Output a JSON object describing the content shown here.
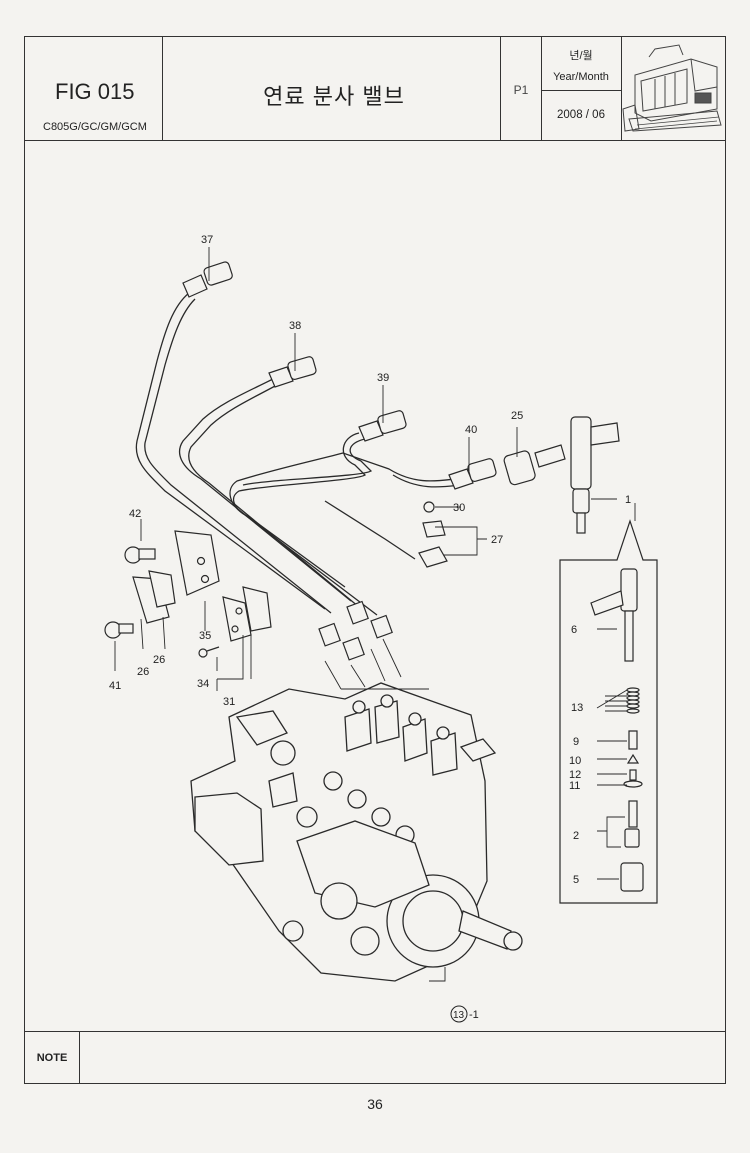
{
  "header": {
    "fig_no": "FIG 015",
    "model": "C805G/GC/GM/GCM",
    "title": "연료 분사 밸브",
    "page_code": "P1",
    "year_month_ko": "년/월",
    "year_month_en": "Year/Month",
    "year_month_value": "2008 / 06"
  },
  "callouts": {
    "c37": "37",
    "c38": "38",
    "c39": "39",
    "c40": "40",
    "c25": "25",
    "c1": "1",
    "c30": "30",
    "c27": "27",
    "c42": "42",
    "c35": "35",
    "c26a": "26",
    "c26b": "26",
    "c41": "41",
    "c34": "34",
    "c31": "31",
    "c6": "6",
    "c13": "13",
    "c9": "9",
    "c10": "10",
    "c12": "12",
    "c11": "11",
    "c2": "2",
    "c5": "5",
    "pump_ref": "13",
    "pump_suffix": "-1"
  },
  "note": {
    "label": "NOTE",
    "text": ""
  },
  "footer": {
    "page_number": "36"
  }
}
